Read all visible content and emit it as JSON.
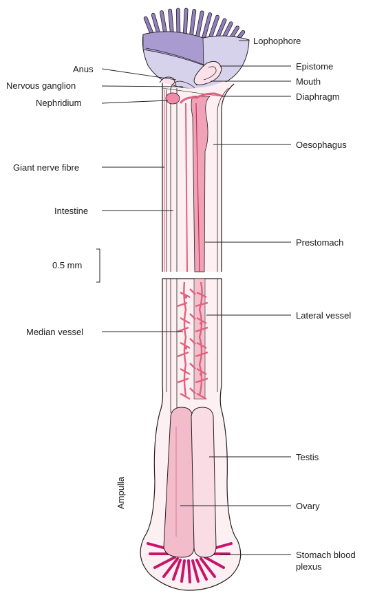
{
  "labels": {
    "lophophore": "Lophophore",
    "anus": "Anus",
    "epistome": "Epistome",
    "nervous_ganglion": "Nervous ganglion",
    "mouth": "Mouth",
    "nephridium": "Nephridium",
    "diaphragm": "Diaphragm",
    "oesophagus": "Oesophagus",
    "giant_nerve_fibre": "Giant nerve fibre",
    "intestine": "Intestine",
    "prestomach": "Prestomach",
    "scale": "0.5 mm",
    "lateral_vessel": "Lateral vessel",
    "median_vessel": "Median vessel",
    "testis": "Testis",
    "ampulla": "Ampulla",
    "ovary": "Ovary",
    "stomach_blood_plexus_1": "Stomach blood",
    "stomach_blood_plexus_2": "plexus"
  },
  "colors": {
    "outline": "#231f20",
    "body_fill": "#fdf0f2",
    "vessel": "#e0607f",
    "vessel_dark": "#c8285a",
    "plexus": "#c8156a",
    "lophophore_purple": "#9a8cc4",
    "lophophore_pale": "#d7d2ec",
    "lophophore_magenta": "#c4377f",
    "ovary_pink": "#f2bccb",
    "testis_pink": "#fadde4"
  }
}
